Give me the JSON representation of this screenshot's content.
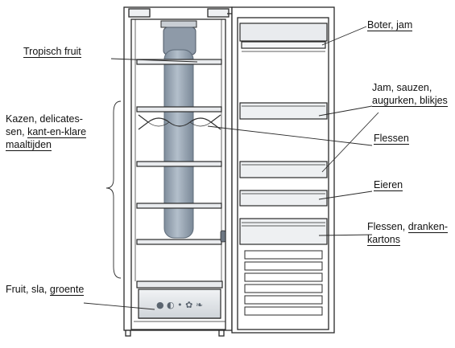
{
  "labels": {
    "tropisch_fruit": "Tropisch fruit",
    "kazen_1": "Kazen, delicates-",
    "kazen_2a": "sen, ",
    "kazen_2b": "kant-en-klare",
    "kazen_3": "maaltijden",
    "fruit_sla_a": "Fruit, sla, ",
    "fruit_sla_b": "groente",
    "boter_jam": "Boter, jam",
    "jam_sauzen_1": "Jam, sauzen,",
    "jam_sauzen_2": "augurken, blikjes",
    "flessen": "Flessen",
    "eieren": "Eieren",
    "flessen_dranken_1a": "Flessen, ",
    "flessen_dranken_1b": "dranken-",
    "flessen_dranken_2": "kartons"
  },
  "colors": {
    "line": "#2a2a2a",
    "fridge_body": "#ffffff",
    "shelf_fill": "#e9ebee",
    "bottle_fill": "#9aa7b5",
    "bottle_edge": "#5f6c7a",
    "drawer_fill": "#dfe2e6"
  }
}
